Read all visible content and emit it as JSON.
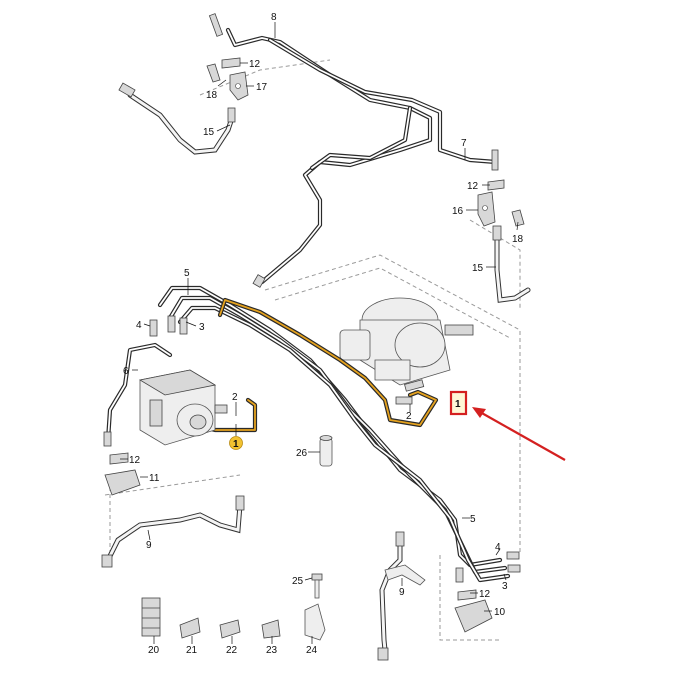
{
  "diagram": {
    "callouts": [
      {
        "id": "c8",
        "text": "8"
      },
      {
        "id": "c12a",
        "text": "12"
      },
      {
        "id": "c18a",
        "text": "18"
      },
      {
        "id": "c17",
        "text": "17"
      },
      {
        "id": "c15a",
        "text": "15"
      },
      {
        "id": "c7",
        "text": "7"
      },
      {
        "id": "c12b",
        "text": "12"
      },
      {
        "id": "c16",
        "text": "16"
      },
      {
        "id": "c18b",
        "text": "18"
      },
      {
        "id": "c15b",
        "text": "15"
      },
      {
        "id": "c5a",
        "text": "5"
      },
      {
        "id": "c4a",
        "text": "4"
      },
      {
        "id": "c3a",
        "text": "3"
      },
      {
        "id": "c6",
        "text": "6"
      },
      {
        "id": "c2a",
        "text": "2"
      },
      {
        "id": "c1a",
        "text": "1"
      },
      {
        "id": "c2b",
        "text": "2"
      },
      {
        "id": "c1b",
        "text": "1"
      },
      {
        "id": "c26",
        "text": "26"
      },
      {
        "id": "c12c",
        "text": "12"
      },
      {
        "id": "c11",
        "text": "11"
      },
      {
        "id": "c9a",
        "text": "9"
      },
      {
        "id": "c5b",
        "text": "5"
      },
      {
        "id": "c4b",
        "text": "4"
      },
      {
        "id": "c3b",
        "text": "3"
      },
      {
        "id": "c25",
        "text": "25"
      },
      {
        "id": "c9b",
        "text": "9"
      },
      {
        "id": "c12d",
        "text": "12"
      },
      {
        "id": "c10",
        "text": "10"
      },
      {
        "id": "c20",
        "text": "20"
      },
      {
        "id": "c21",
        "text": "21"
      },
      {
        "id": "c22",
        "text": "22"
      },
      {
        "id": "c23",
        "text": "23"
      },
      {
        "id": "c24",
        "text": "24"
      }
    ],
    "colors": {
      "line": "#2a2a2a",
      "highlight_pipe": "#e5a21e",
      "highlight_badge": "#f2c230",
      "marker_box": "#d42020",
      "arrow": "#d42020",
      "dashed_outline": "#9a9a9a"
    }
  }
}
